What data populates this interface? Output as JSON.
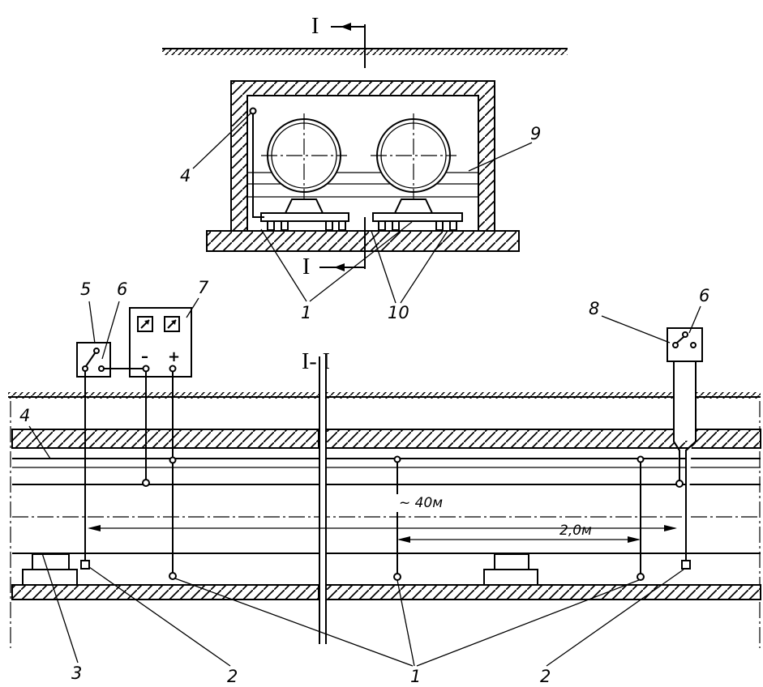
{
  "top_view": {
    "section_mark_upper": "I",
    "section_mark_lower": "I",
    "callouts": {
      "c4": "4",
      "c9": "9",
      "c1": "1",
      "c10": "10"
    }
  },
  "section_view": {
    "title": "I- I",
    "callouts": {
      "c4": "4",
      "c5": "5",
      "c6_left": "6",
      "c7": "7",
      "c8": "8",
      "c6_right": "6",
      "c3": "3",
      "c2_left": "2",
      "c1": "1",
      "c2_right": "2"
    },
    "meter_terminals": {
      "negative": "–",
      "positive": "+"
    },
    "dimensions": {
      "overall": "~ 40м",
      "spacing": "2,0м"
    }
  },
  "colors": {
    "ink": "#000000",
    "paper": "#ffffff"
  }
}
